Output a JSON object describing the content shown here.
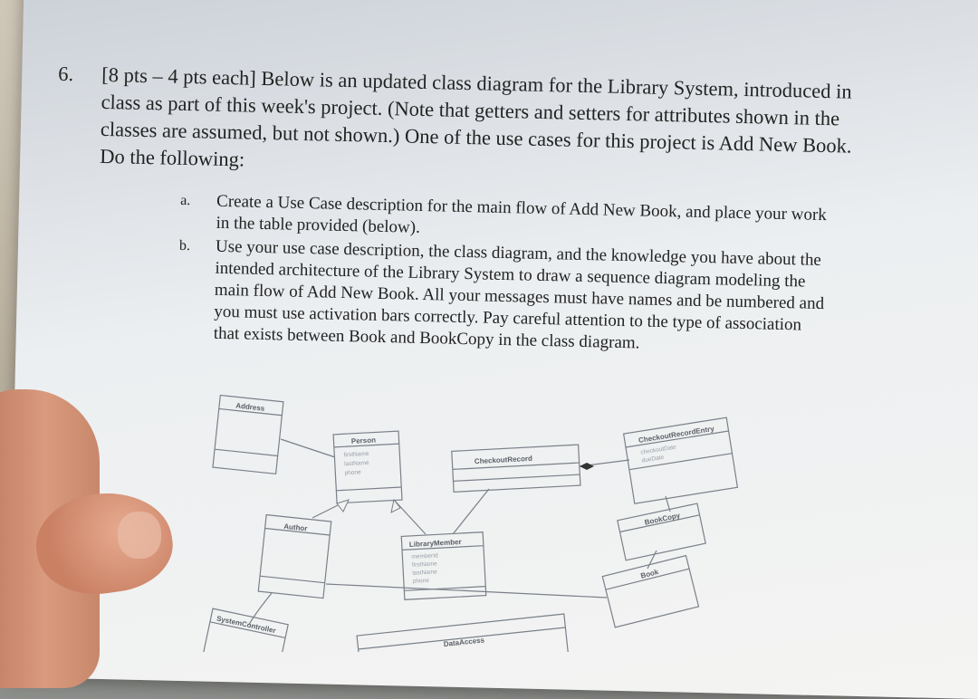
{
  "question": {
    "number": "6.",
    "lines": [
      "[8 pts – 4 pts each] Below is an updated class diagram for the Library System, introduced in",
      "class as part of this week's project. (Note that getters and setters for attributes shown in the",
      "classes are assumed, but not shown.) One of the use cases for this project is Add New Book.",
      "Do the following:"
    ]
  },
  "tasks": [
    {
      "letter": "a.",
      "lines": [
        "Create a Use Case description for the main flow of Add New Book, and place your work",
        "in the table provided (below)."
      ]
    },
    {
      "letter": "b.",
      "lines": [
        "Use your use case description, the class diagram, and the knowledge you have about the",
        "intended architecture of the Library System to draw a sequence diagram modeling the",
        "main flow of Add New Book. All your messages must have names and be numbered and",
        "you must use activation bars correctly. Pay careful attention to the type of association",
        "that exists between Book and BookCopy in the class diagram."
      ]
    }
  ],
  "diagram": {
    "classes": {
      "address": "Address",
      "person": "Person",
      "checkout_record": "CheckoutRecord",
      "checkout_record_entry": "CheckoutRecordEntry",
      "author": "Author",
      "library_member": "LibraryMember",
      "book_copy": "BookCopy",
      "book": "Book",
      "system_controller": "SystemController",
      "data_access": "DataAccess"
    },
    "attributes": {
      "person": [
        "firstName",
        "lastName",
        "phone"
      ],
      "library_member": [
        "memberId",
        "firstName",
        "lastName",
        "phone"
      ],
      "checkout_record_entry": [
        "checkoutDate",
        "dueDate"
      ]
    }
  }
}
